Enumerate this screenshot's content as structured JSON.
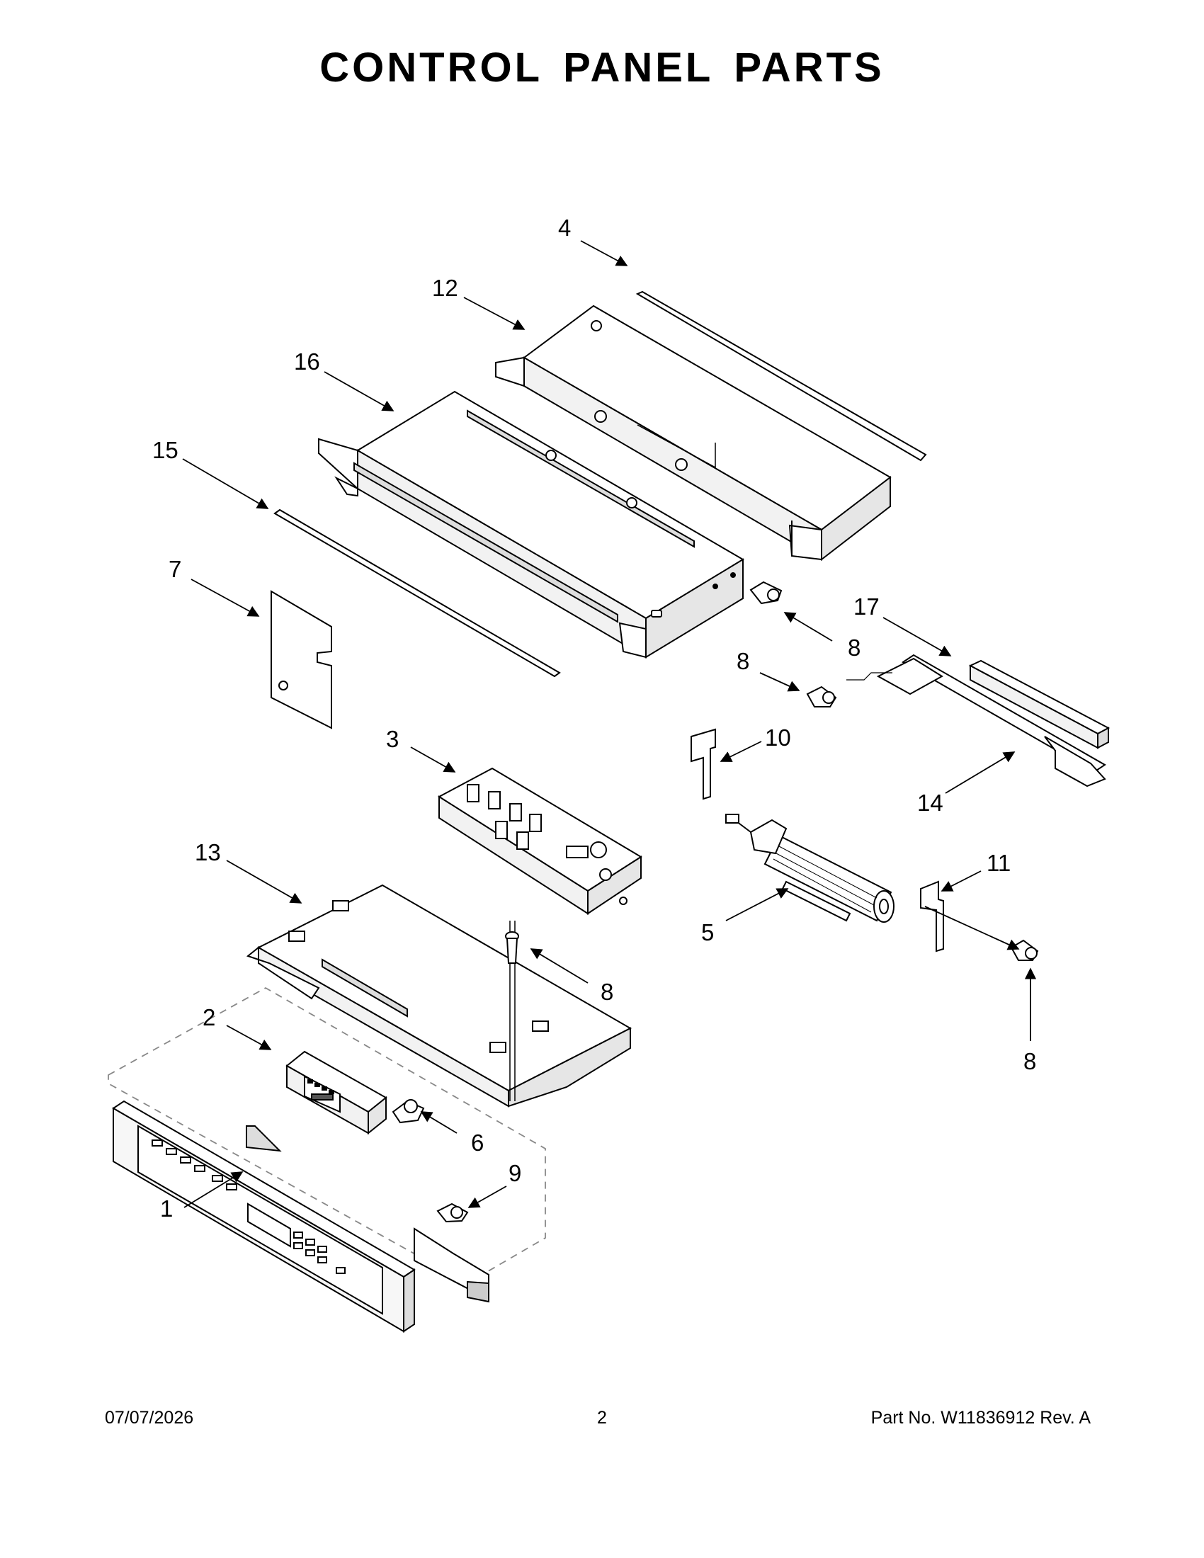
{
  "page": {
    "title": "CONTROL PANEL PARTS",
    "footer": {
      "date": "07/07/2026",
      "page_number": "2",
      "part_number": "Part No.  W11836912  Rev.  A"
    }
  },
  "diagram": {
    "callouts": {
      "c1": "1",
      "c2": "2",
      "c3": "3",
      "c4": "4",
      "c5": "5",
      "c6": "6",
      "c7": "7",
      "c8a": "8",
      "c8b": "8",
      "c8c": "8",
      "c8d": "8",
      "c9": "9",
      "c10": "10",
      "c11": "11",
      "c12": "12",
      "c13": "13",
      "c14": "14",
      "c15": "15",
      "c16": "16",
      "c17": "17"
    },
    "colors": {
      "line": "#000000",
      "part_fill": "#ffffff",
      "shade": "#d9d9d9",
      "dash": "#888888"
    }
  }
}
